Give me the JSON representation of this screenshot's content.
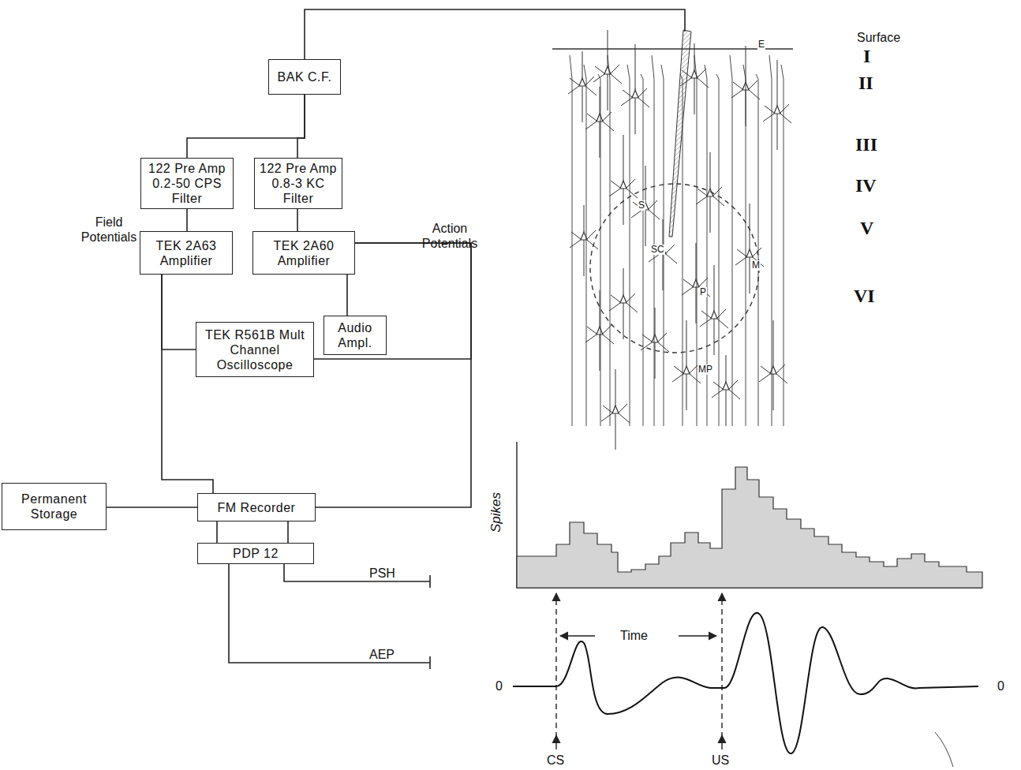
{
  "diagram": {
    "nodes": [
      {
        "text": [
          "BAK C.F."
        ]
      },
      {
        "text": [
          "122 Pre Amp 0.2-50 CPS Filter"
        ]
      },
      {
        "text": [
          "122 Pre Amp 0.8-3 KC Filter"
        ]
      },
      {
        "text": [
          "TEK 2A63 Amplifier"
        ]
      },
      {
        "text": [
          "TEK 2A60 Amplifier"
        ]
      },
      {
        "text": [
          "Audio Ampl."
        ]
      },
      {
        "text": [
          "TEK R561B Mult Channel Oscilloscope"
        ]
      },
      {
        "text": [
          "Permanent Storage"
        ]
      },
      {
        "text": [
          "FM Recorder"
        ]
      },
      {
        "text": [
          "PDP 12"
        ]
      }
    ],
    "edges": [
      {
        "from": 0,
        "to": 1,
        "arrow": "none"
      },
      {
        "from": 0,
        "to": 2,
        "arrow": "none"
      },
      {
        "from": 1,
        "to": 3,
        "arrow": "none"
      },
      {
        "from": 2,
        "to": 4,
        "arrow": "none"
      },
      {
        "from": 4,
        "to": 5,
        "arrow": "none"
      },
      {
        "from": 3,
        "to": 6,
        "arrow": "none"
      },
      {
        "from": 4,
        "to": 6,
        "arrow": "none"
      },
      {
        "from": 3,
        "to": 8,
        "arrow": "none"
      },
      {
        "from": 4,
        "to": 8,
        "arrow": "none"
      },
      {
        "from": 7,
        "to": 8,
        "arrow": "none"
      },
      {
        "from": 8,
        "to": 9,
        "arrow": "none"
      },
      {
        "from": 8,
        "to": 9,
        "arrow": "none"
      }
    ],
    "labels": [
      "Field Potentials",
      "Action Potentials",
      "E",
      "S",
      "SC",
      "M",
      "P",
      "MP",
      "Surface",
      "I",
      "II",
      "III",
      "IV",
      "V",
      "VI",
      "Spikes",
      "Time",
      "0",
      "0",
      "CS",
      "US",
      "PSH",
      "AEP"
    ]
  }
}
